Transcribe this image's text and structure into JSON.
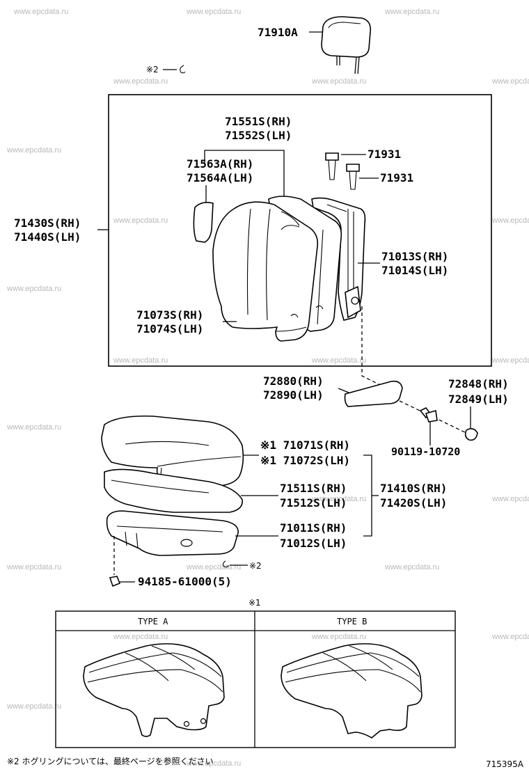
{
  "watermark": "www.epcdata.ru",
  "drawing_number": "715395A",
  "footnote": "※2  ホグリングについては、最終ページを参照ください",
  "note_mark_1": "※1",
  "note_mark_2": "※2",
  "type_table": {
    "type_a": "TYPE A",
    "type_b": "TYPE B"
  },
  "labels": {
    "headrest": "71910A",
    "ring_top": "※2",
    "p71551": "71551S(RH)",
    "p71552": "71552S(LH)",
    "p71563": "71563A(RH)",
    "p71564": "71564A(LH)",
    "p71931a": "71931",
    "p71931b": "71931",
    "p71430": "71430S(RH)",
    "p71440": "71440S(LH)",
    "p71013": "71013S(RH)",
    "p71014": "71014S(LH)",
    "p71073": "71073S(RH)",
    "p71074": "71074S(LH)",
    "p72880": "72880(RH)",
    "p72890": "72890(LH)",
    "p72848": "72848(RH)",
    "p72849": "72849(LH)",
    "p90119": "90119-10720",
    "p71071": "※1 71071S(RH)",
    "p71072": "※1 71072S(LH)",
    "p71511": "71511S(RH)",
    "p71512": "71512S(LH)",
    "p71410": "71410S(RH)",
    "p71420": "71420S(LH)",
    "p71011": "71011S(RH)",
    "p71012": "71012S(LH)",
    "p94185": "94185-61000(5)",
    "ring_bottom": "※2"
  }
}
